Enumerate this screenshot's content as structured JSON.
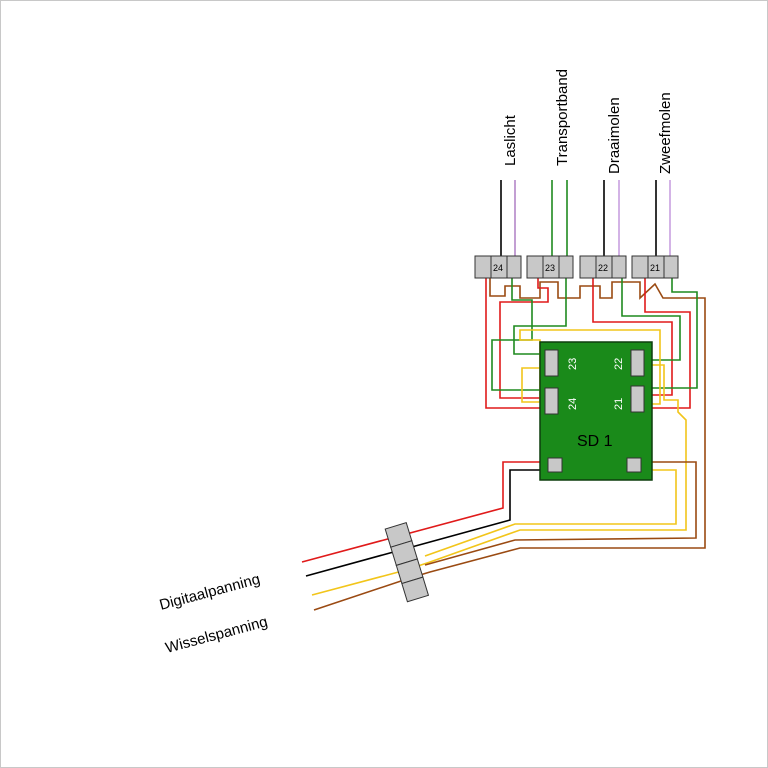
{
  "colors": {
    "red": "#e01a1a",
    "black": "#000000",
    "green": "#1f8a1f",
    "purple": "#b487c8",
    "yellow": "#f2c51a",
    "brown": "#9a4a12",
    "board": "#1a8a1a",
    "terminal": "#c8c8c8"
  },
  "outputs": [
    {
      "name": "Laslicht",
      "number": "24"
    },
    {
      "name": "Transportband",
      "number": "23"
    },
    {
      "name": "Draaimolen",
      "number": "22"
    },
    {
      "name": "Zweefmolen",
      "number": "21"
    }
  ],
  "decoder": {
    "name": "SD 1",
    "pins": [
      "23",
      "22",
      "24",
      "21"
    ]
  },
  "inputs": {
    "digital": "Digitaalpanning",
    "switch": "Wisselspanning"
  }
}
